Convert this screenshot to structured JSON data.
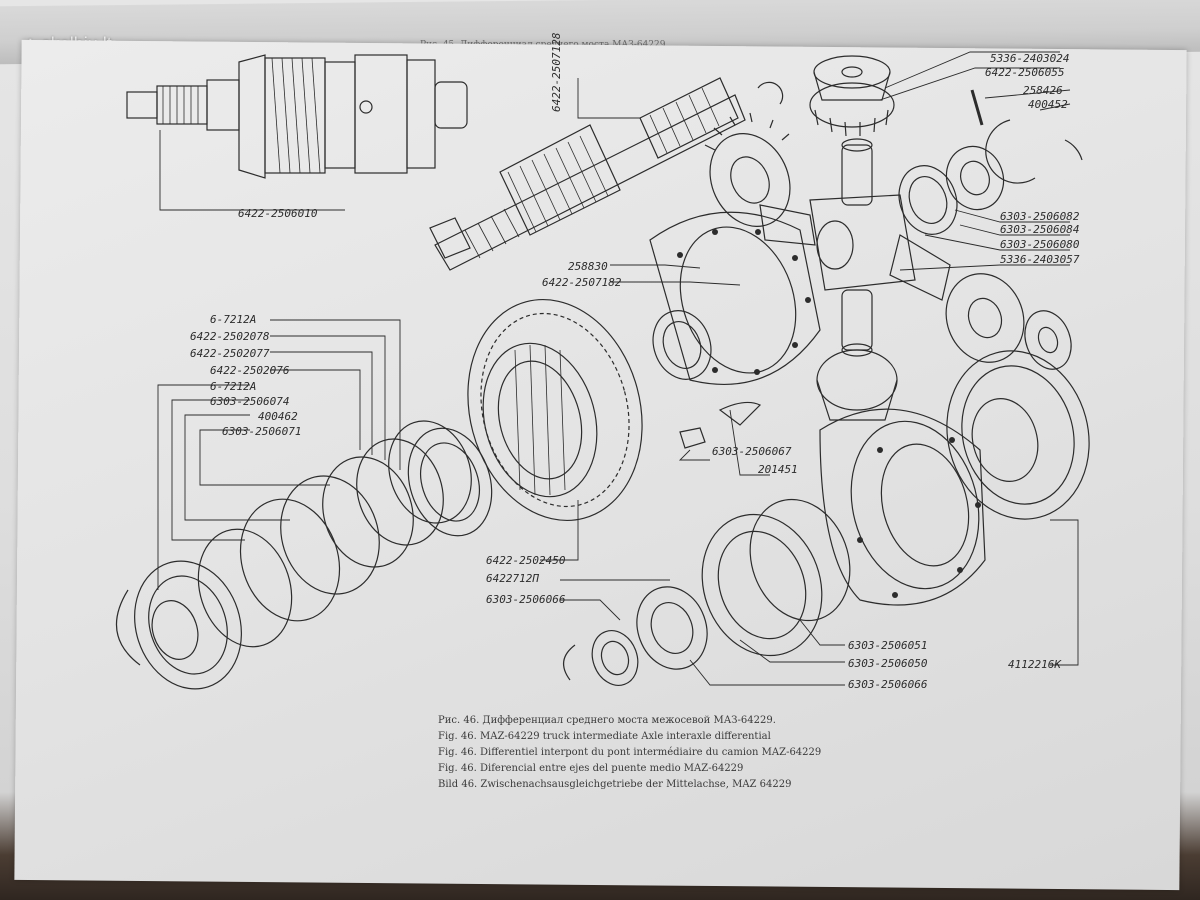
{
  "watermark": {
    "site": "skelbiu.lt",
    "icon": "dots-logo-icon"
  },
  "previous_page_caption": "Рис. 45. Дифференциал среднего моста МАЗ-64229",
  "parts": [
    "5336-2403024",
    "6422-2506055",
    "258426",
    "400452",
    "6422-2507128",
    "6422-2506010",
    "6303-2506082",
    "6303-2506084",
    "6303-2506080",
    "5336-2403057",
    "258830",
    "6422-2507182",
    "6-7212А",
    "6422-2502078",
    "6422-2502077",
    "6422-2502076",
    "6-7212А",
    "6303-2506074",
    "400462",
    "6303-2506071",
    "6303-2506067",
    "201451",
    "6422-2502450",
    "6422712П",
    "6303-2506066",
    "6303-2506051",
    "6303-2506050",
    "6303-2506066",
    "4112216К"
  ],
  "caption": [
    "Рис. 46. Дифференциал среднего моста межосевой МАЗ-64229.",
    "Fig. 46. MAZ-64229 truck intermediate Axle interaxle differential",
    "Fig. 46. Differentiel interpont du pont intermédiaire du camion MAZ-64229",
    "Fig. 46. Diferencial entre ejes del puente medio MAZ-64229",
    "Bild 46. Zwischenachsausgleichgetriebe der Mittelachse, MAZ 64229"
  ],
  "colors": {
    "ink": "#2c2c2c",
    "paper": "#e6e6e6",
    "table": "#3a2f28"
  }
}
